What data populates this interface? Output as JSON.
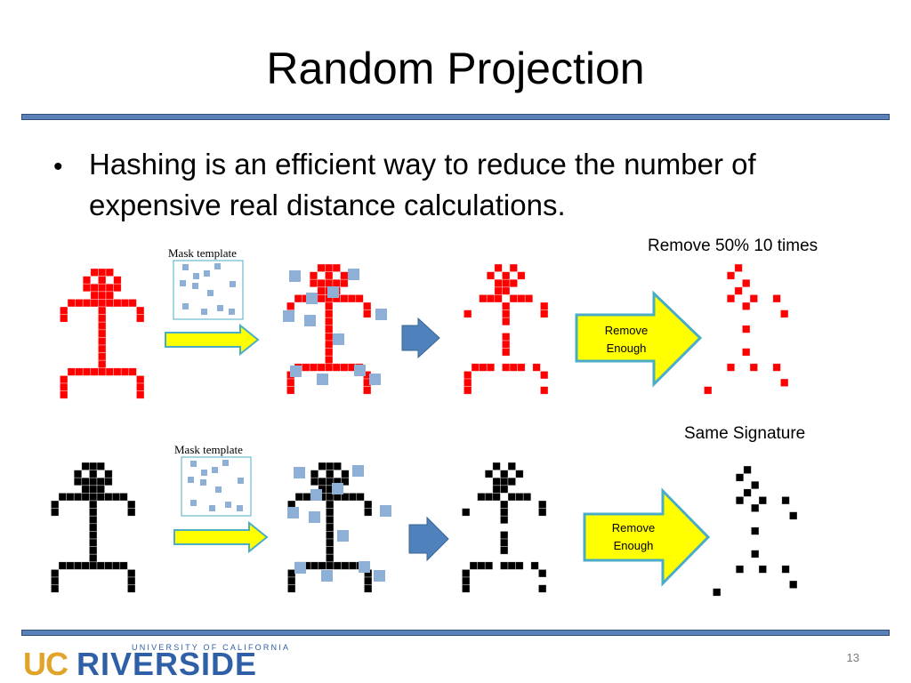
{
  "title": "Random Projection",
  "bullet": {
    "marker": "•",
    "text": "Hashing is an efficient way to reduce the number of expensive real distance calculations."
  },
  "row1": {
    "mask_label": "Mask template",
    "caption": "Remove 50%  10 times",
    "arrow_label_line1": "Remove",
    "arrow_label_line2": "Enough",
    "figure_color": "#ff0000"
  },
  "row2": {
    "mask_label": "Mask template",
    "caption": "Same Signature",
    "arrow_label_line1": "Remove",
    "arrow_label_line2": "Enough",
    "figure_color": "#000000"
  },
  "colors": {
    "rule": "#5b82b8",
    "mask_square": "#8fb0d6",
    "small_arrow_fill": "#ffff00",
    "small_arrow_border": "#4bacc6",
    "block_arrow": "#4f81bd",
    "big_arrow_fill": "#ffff00",
    "big_arrow_border": "#4bacc6"
  },
  "footer": {
    "logo_uc": "UC",
    "logo_riverside": "RIVERSIDE",
    "logo_subtitle": "UNIVERSITY OF CALIFORNIA",
    "page_number": "13"
  }
}
